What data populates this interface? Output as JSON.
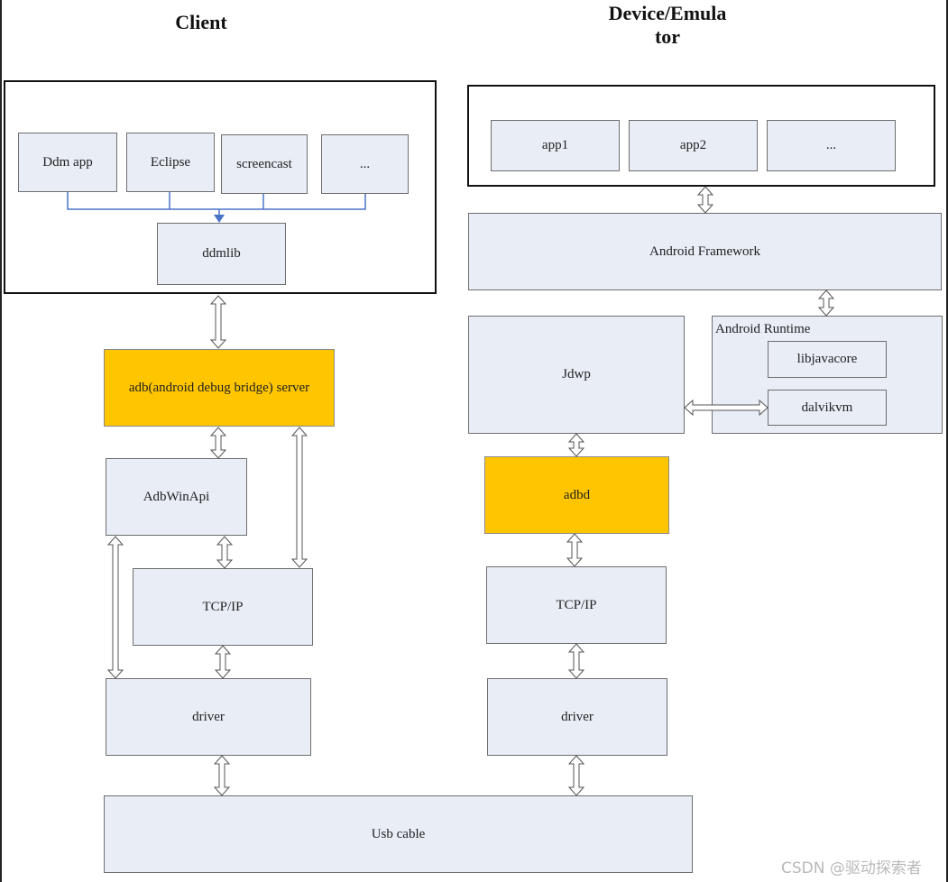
{
  "headings": {
    "client": "Client",
    "device": "Device/Emula\ntor"
  },
  "client": {
    "tools": [
      "Ddm app",
      "Eclipse",
      "screencast",
      "..."
    ],
    "ddmlib": "ddmlib",
    "adb_server": "adb(android debug bridge) server",
    "adbwinapi": "AdbWinApi",
    "tcpip": "TCP/IP",
    "driver": "driver"
  },
  "device": {
    "apps": [
      "app1",
      "app2",
      "..."
    ],
    "framework": "Android Framework",
    "jdwp": "Jdwp",
    "runtime": "Android Runtime",
    "libjavacore": "libjavacore",
    "dalvikvm": "dalvikvm",
    "adbd": "adbd",
    "tcpip": "TCP/IP",
    "driver": "driver"
  },
  "usb": "Usb cable",
  "watermark": "CSDN @驱动探索者",
  "colors": {
    "box_fill": "#e8edf6",
    "highlight_fill": "#ffc600",
    "connector_blue": "#4a74c9"
  }
}
